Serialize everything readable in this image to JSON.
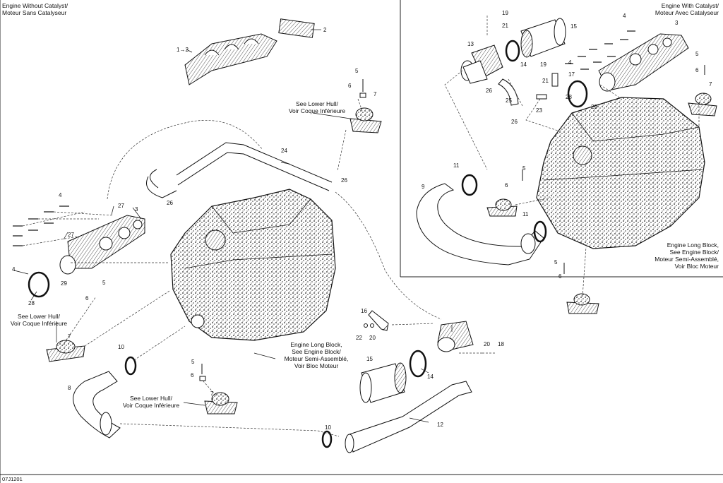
{
  "headers": {
    "left_line1": "Engine Without Catalyst/",
    "left_line2": "Moteur Sans Catalyseur",
    "right_line1": "Engine With Catalyst/",
    "right_line2": "Moteur Avec Catalyseur"
  },
  "notes": {
    "lower_hull_line1": "See Lower Hull/",
    "lower_hull_line2": "Voir Coque Inférieure",
    "long_block_line1": "Engine Long Block,",
    "long_block_line2": "See Engine Block/",
    "long_block_line3": "Moteur Semi-Assemblé,",
    "long_block_line4": "Voir Bloc Moteur"
  },
  "footer_code": "07J1201",
  "callouts": {
    "c1_2": "1",
    "c2": "2",
    "c3": "3",
    "c4": "4",
    "c5": "5",
    "c6": "6",
    "c7": "7",
    "c8": "8",
    "c9": "9",
    "c10": "10",
    "c11": "11",
    "c12": "12",
    "c13": "13",
    "c14": "14",
    "c15": "15",
    "c16": "16",
    "c17": "17",
    "c18": "18",
    "c19": "19",
    "c20": "20",
    "c21": "21",
    "c22": "22",
    "c23": "23",
    "c24": "24",
    "c25": "25",
    "c26": "26",
    "c27": "27",
    "c28": "28",
    "c29": "29"
  }
}
